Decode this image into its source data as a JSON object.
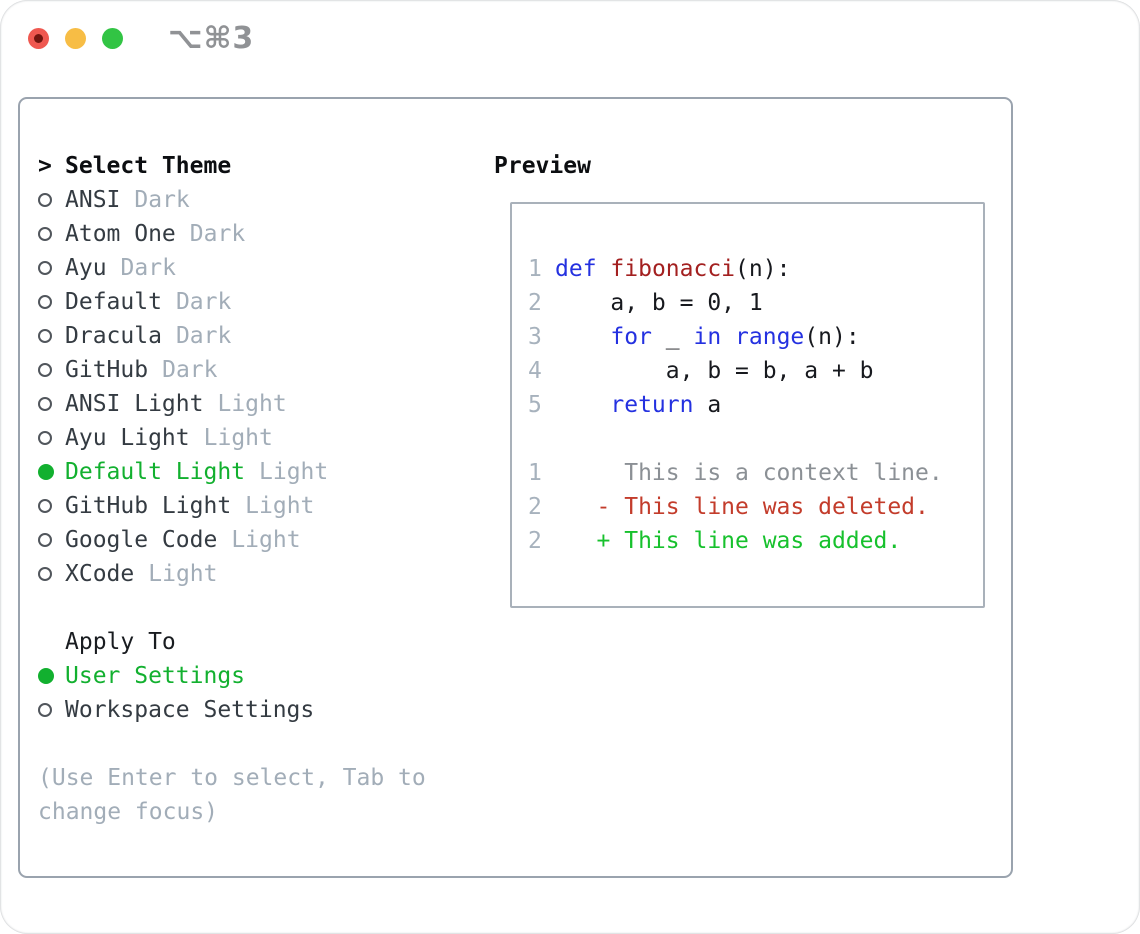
{
  "window": {
    "title": "⌥⌘3"
  },
  "panel": {
    "theme_selector": {
      "prompt": ">",
      "heading": "Select Theme",
      "items": [
        {
          "name": "ANSI",
          "tag": "Dark",
          "selected": false
        },
        {
          "name": "Atom One",
          "tag": "Dark",
          "selected": false
        },
        {
          "name": "Ayu",
          "tag": "Dark",
          "selected": false
        },
        {
          "name": "Default",
          "tag": "Dark",
          "selected": false
        },
        {
          "name": "Dracula",
          "tag": "Dark",
          "selected": false
        },
        {
          "name": "GitHub",
          "tag": "Dark",
          "selected": false
        },
        {
          "name": "ANSI Light",
          "tag": "Light",
          "selected": false
        },
        {
          "name": "Ayu Light",
          "tag": "Light",
          "selected": false
        },
        {
          "name": "Default Light",
          "tag": "Light",
          "selected": true
        },
        {
          "name": "GitHub Light",
          "tag": "Light",
          "selected": false
        },
        {
          "name": "Google Code",
          "tag": "Light",
          "selected": false
        },
        {
          "name": "XCode",
          "tag": "Light",
          "selected": false
        }
      ]
    },
    "apply_to": {
      "heading": "Apply To",
      "options": [
        {
          "label": "User Settings",
          "selected": true
        },
        {
          "label": "Workspace Settings",
          "selected": false
        }
      ]
    },
    "hint": "(Use Enter to select, Tab to change focus)",
    "preview": {
      "heading": "Preview",
      "lines": [
        {
          "num": "1",
          "tokens": [
            [
              "def",
              "kw"
            ],
            [
              " ",
              "plain"
            ],
            [
              "fibonacci",
              "fn"
            ],
            [
              "(n):",
              "plain"
            ]
          ]
        },
        {
          "num": "2",
          "tokens": [
            [
              "    a, b = 0, 1",
              "plain"
            ]
          ]
        },
        {
          "num": "3",
          "tokens": [
            [
              "    ",
              "plain"
            ],
            [
              "for",
              "kw"
            ],
            [
              " _ ",
              "plain"
            ],
            [
              "in",
              "kw"
            ],
            [
              " ",
              "plain"
            ],
            [
              "range",
              "kw"
            ],
            [
              "(n):",
              "plain"
            ]
          ]
        },
        {
          "num": "4",
          "tokens": [
            [
              "        a, b = b, a + b",
              "plain"
            ]
          ]
        },
        {
          "num": "5",
          "tokens": [
            [
              "    ",
              "plain"
            ],
            [
              "return",
              "kw"
            ],
            [
              " a",
              "plain"
            ]
          ]
        },
        {
          "num": "",
          "tokens": []
        },
        {
          "num": "1",
          "tokens": [
            [
              "     This is a context line.",
              "ctx"
            ]
          ]
        },
        {
          "num": "2",
          "tokens": [
            [
              "   - This line was deleted.",
              "del"
            ]
          ]
        },
        {
          "num": "2",
          "tokens": [
            [
              "   + This line was added.",
              "add"
            ]
          ]
        }
      ]
    }
  },
  "colors": {
    "accent_green": "#12b02f",
    "keyword_blue": "#2431e0",
    "function_red": "#a32020",
    "deleted_red": "#c33c2b",
    "added_green": "#17c12d",
    "muted_gray": "#a2adb8",
    "context_gray": "#8b9095",
    "traffic_red": "#ef5850",
    "traffic_yellow": "#f7bd45",
    "traffic_green": "#32c444"
  }
}
